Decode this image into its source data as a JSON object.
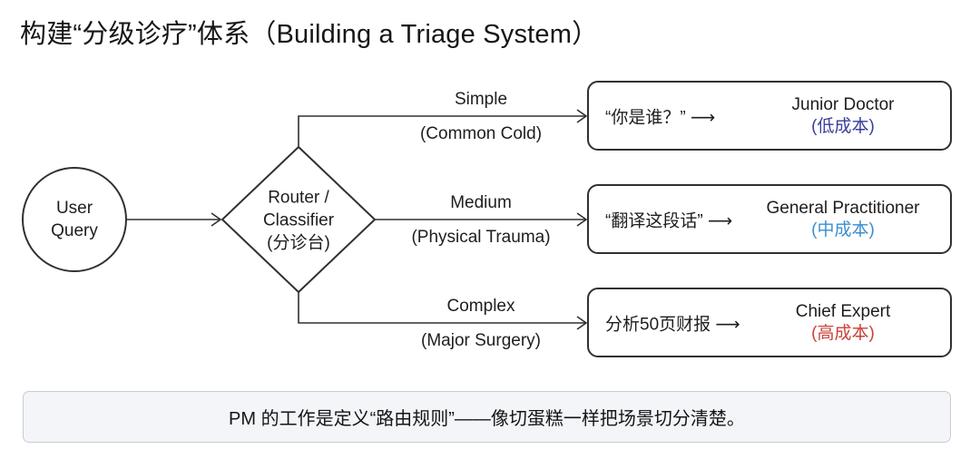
{
  "title": "构建“分级诊疗”体系（Building a Triage System）",
  "nodes": {
    "user_query": [
      "User",
      "Query"
    ],
    "router": [
      "Router /",
      "Classifier",
      "(分诊台)"
    ]
  },
  "routes": [
    {
      "level": "Simple",
      "analogy": "(Common Cold)",
      "example": "“你是谁？”",
      "arrow": "⟶",
      "role": "Junior Doctor",
      "cost": "(低成本)",
      "cost_color": "#3b3d9e"
    },
    {
      "level": "Medium",
      "analogy": "(Physical Trauma)",
      "example": "“翻译这段话”",
      "arrow": "⟶",
      "role": "General Practitioner",
      "cost": "(中成本)",
      "cost_color": "#3a8fd0"
    },
    {
      "level": "Complex",
      "analogy": "(Major Surgery)",
      "example": "分析50页财报",
      "arrow": "⟶",
      "role": "Chief Expert",
      "cost": "(高成本)",
      "cost_color": "#c9413a"
    }
  ],
  "banner": "PM 的工作是定义“路由规则”——像切蛋糕一样把场景切分清楚。",
  "colors": {
    "stroke": "#2f3033",
    "banner_bg": "#f3f5f9",
    "banner_border": "#c9ccd2"
  }
}
